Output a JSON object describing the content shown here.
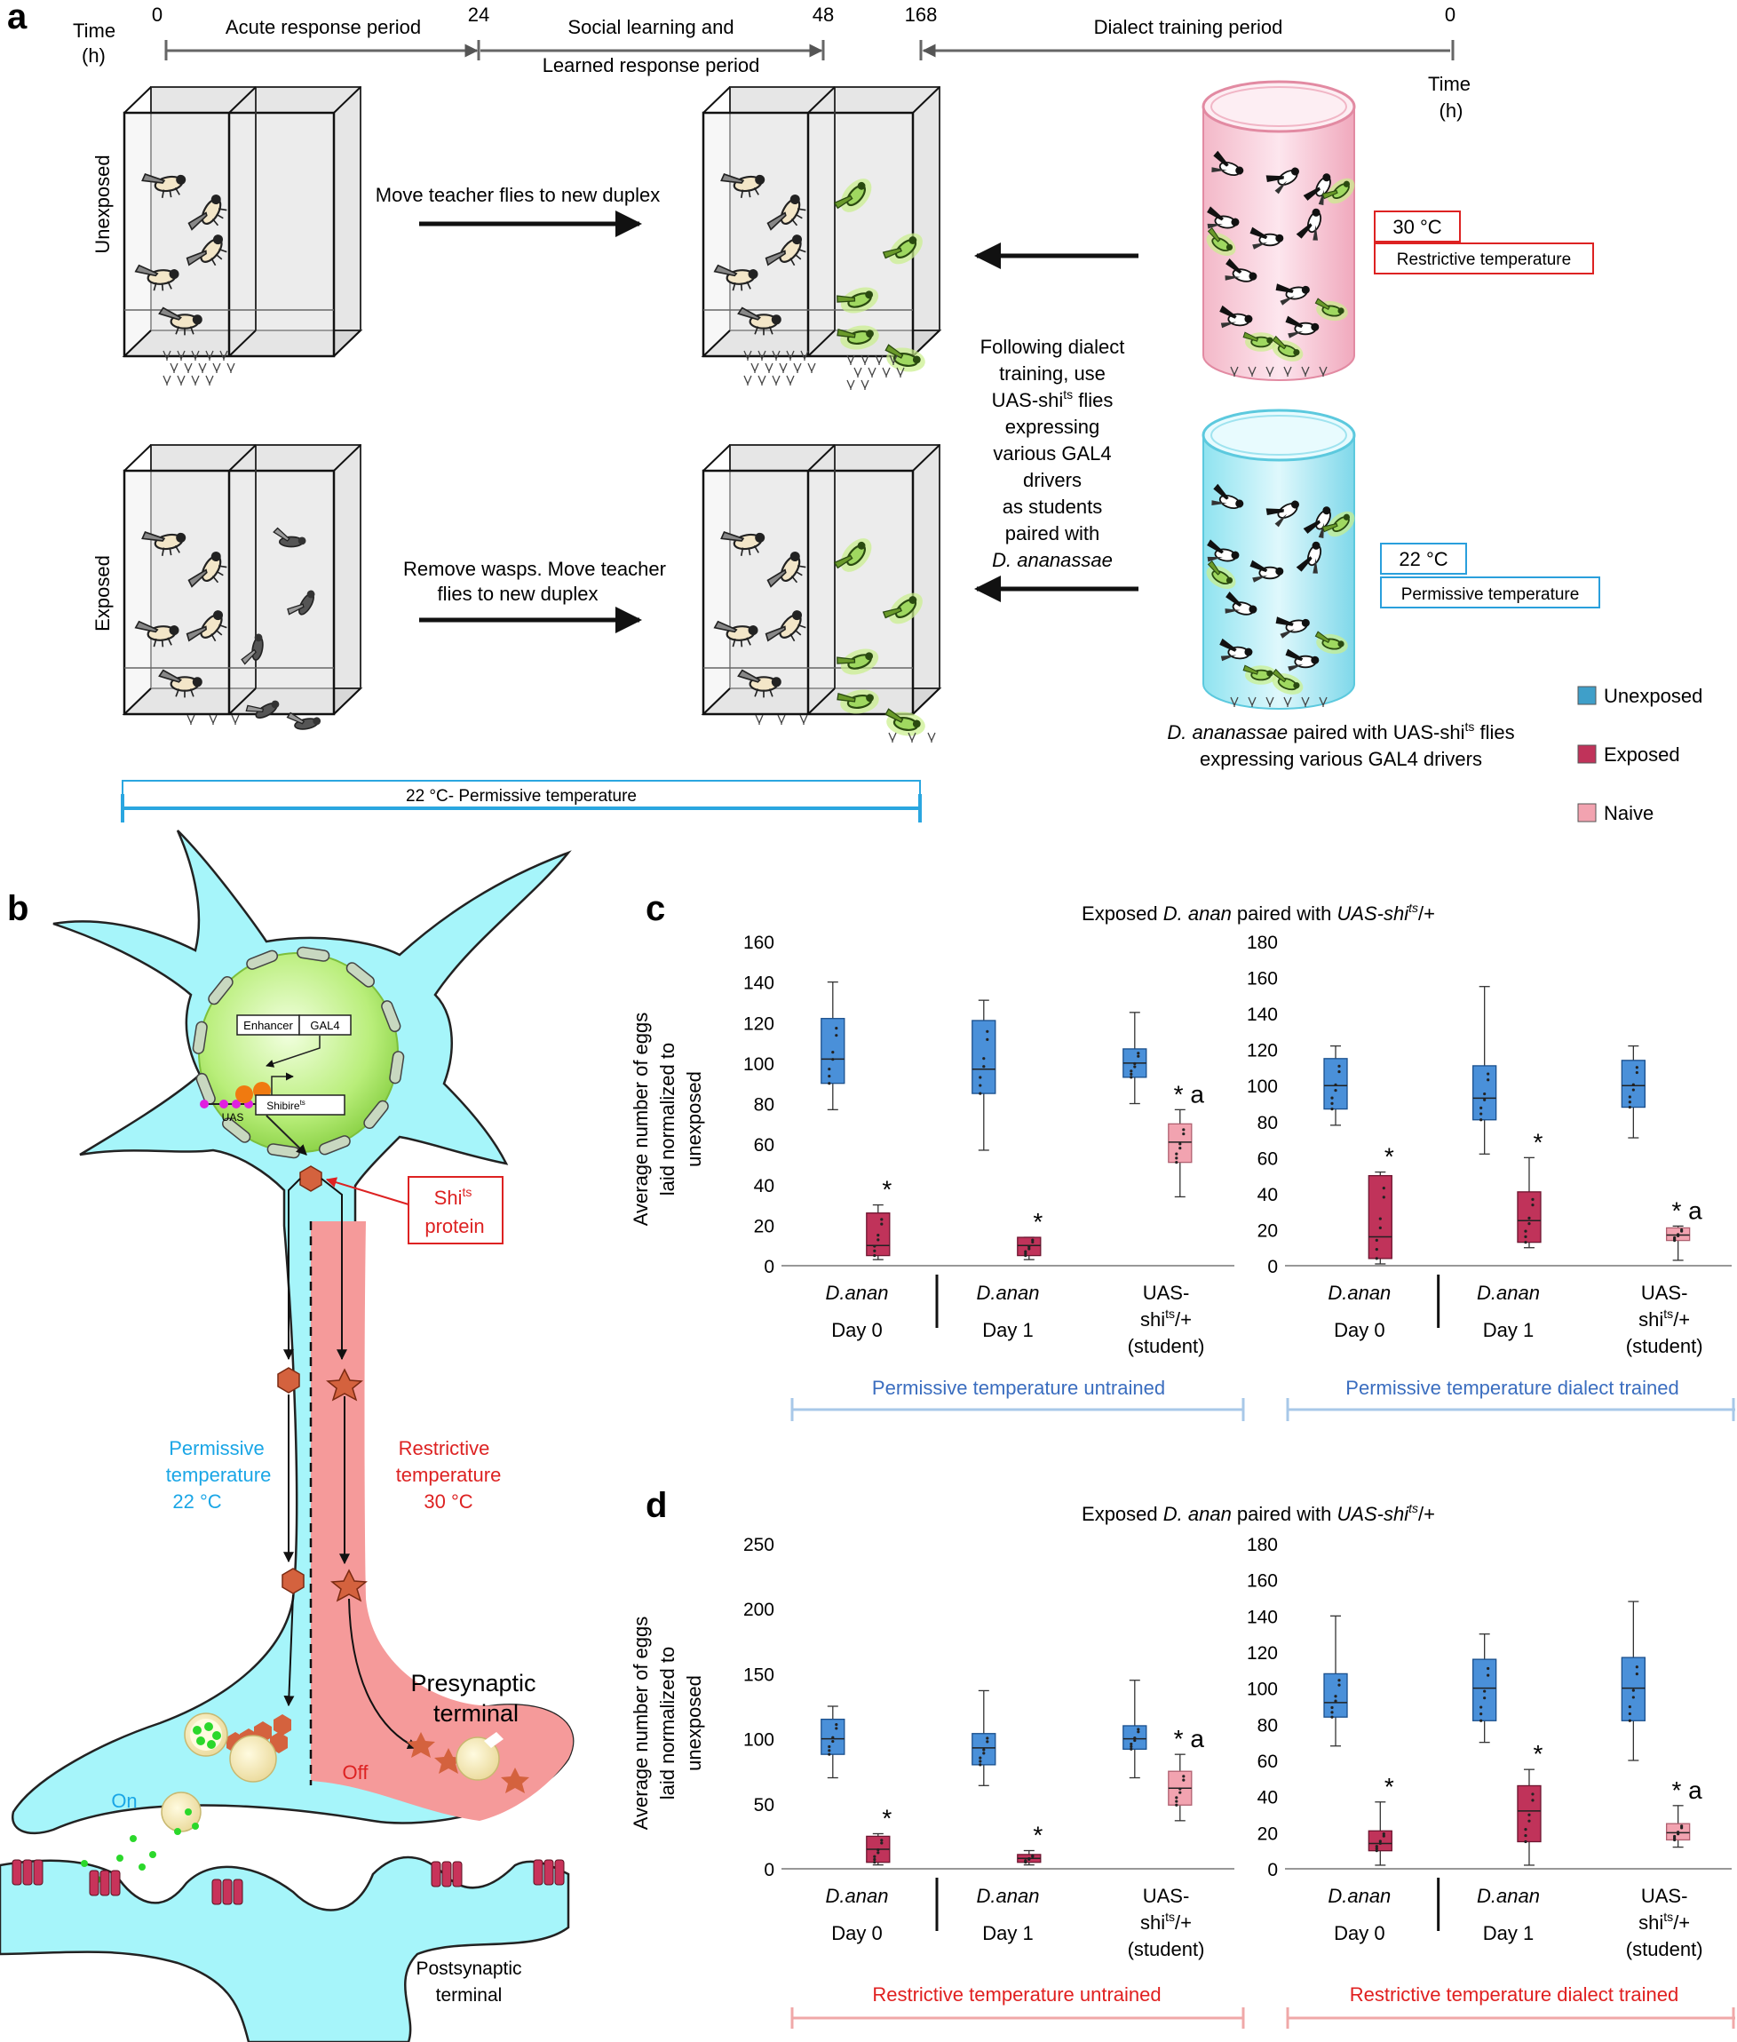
{
  "panel_a": {
    "letter": "a",
    "time_label": "Time",
    "time_unit": "(h)",
    "timeline": {
      "t0": "0",
      "t24": "24",
      "t48": "48",
      "t168": "168",
      "t_end": "0",
      "acute": "Acute response period",
      "social_1": "Social learning and",
      "social_2": "Learned response period",
      "dialect": "Dialect training period"
    },
    "row_unexposed": "Unexposed",
    "row_exposed": "Exposed",
    "arrow_unexposed": "Move teacher flies to new duplex",
    "arrow_exposed_1": "Remove wasps. Move teacher",
    "arrow_exposed_2": "flies to new duplex",
    "following": [
      "Following dialect",
      "training, use",
      "UAS-shi",
      "flies",
      "expressing",
      "various GAL4",
      "drivers",
      "as students",
      "paired with",
      "D. ananassae"
    ],
    "ts": "ts",
    "vial_red_temp": "30 °C",
    "vial_red_label": "Restrictive temperature",
    "vial_blue_temp": "22 °C",
    "vial_blue_label": "Permissive temperature",
    "caption_1a": "D. ananassae",
    "caption_1b": " paired with UAS-shi",
    "caption_1c": " flies",
    "caption_2": "expressing various GAL4 drivers",
    "bottom_bar": "22 °C- Permissive temperature"
  },
  "legend": [
    {
      "label": "Unexposed",
      "color": "#3f9fc9"
    },
    {
      "label": "Exposed",
      "color": "#c0335a"
    },
    {
      "label": "Naive",
      "color": "#f2a3b0"
    }
  ],
  "panel_b": {
    "letter": "b",
    "enhancer": "Enhancer",
    "gal4": "GAL4",
    "uas": "UAS",
    "shibire": "Shibire",
    "shibire_sup": "ts",
    "shi_protein_1": "Shi",
    "shi_protein_sup": "ts",
    "shi_protein_2": "protein",
    "permissive": [
      "Permissive",
      "temperature",
      "22 °C"
    ],
    "restrictive": [
      "Restrictive",
      "temperature",
      "30 °C"
    ],
    "presynaptic": [
      "Presynaptic",
      "terminal"
    ],
    "on": "On",
    "off": "Off",
    "postsynaptic": [
      "Postsynaptic",
      "terminal"
    ]
  },
  "panel_c": {
    "letter": "c",
    "title_a": "Exposed ",
    "title_b": "D. anan",
    "title_c": " paired with ",
    "title_d": "UAS-shi",
    "title_sup": "ts",
    "title_e": "/+",
    "ylabel": [
      "Average number of eggs",
      "laid normalized to",
      "unexposed"
    ],
    "bracket_left": "Permissive temperature untrained",
    "bracket_right": "Permissive temperature  dialect trained"
  },
  "panel_d": {
    "letter": "d",
    "title_a": "Exposed ",
    "title_b": "D. anan",
    "title_c": " paired with ",
    "title_d": "UAS-shi",
    "title_sup": "ts",
    "title_e": "/+",
    "ylabel": [
      "Average number of eggs",
      "laid normalized to",
      "unexposed"
    ],
    "bracket_left": "Restrictive temperature untrained",
    "bracket_right": "Restrictive temperature dialect trained"
  },
  "group_labels": {
    "danan": "D.anan",
    "day0": "Day 0",
    "day1": "Day 1",
    "uas_1": "UAS-",
    "uas_2a": "shi",
    "uas_sup": "ts",
    "uas_2b": "/+",
    "uas_3": "(student)"
  },
  "chart_data": [
    {
      "id": "c-left",
      "type": "box",
      "ylim": [
        0,
        160
      ],
      "yticks": [
        0,
        20,
        40,
        60,
        80,
        100,
        120,
        140,
        160
      ],
      "groups": [
        {
          "group": "D.anan Day 0",
          "boxes": [
            {
              "series": "Unexposed",
              "min": 77,
              "q1": 90,
              "median": 102,
              "q3": 122,
              "max": 140
            },
            {
              "series": "Exposed",
              "min": 3,
              "q1": 5,
              "median": 10,
              "q3": 26,
              "max": 30,
              "sig": "*"
            }
          ]
        },
        {
          "group": "D.anan Day 1",
          "boxes": [
            {
              "series": "Unexposed",
              "min": 57,
              "q1": 85,
              "median": 97,
              "q3": 121,
              "max": 131
            },
            {
              "series": "Exposed",
              "min": 3,
              "q1": 5,
              "median": 10,
              "q3": 14,
              "max": 14,
              "sig": "*"
            }
          ]
        },
        {
          "group": "UAS-shits/+ (student)",
          "boxes": [
            {
              "series": "Unexposed",
              "min": 80,
              "q1": 93,
              "median": 100,
              "q3": 107,
              "max": 125
            },
            {
              "series": "Naive",
              "min": 34,
              "q1": 51,
              "median": 61,
              "q3": 70,
              "max": 77,
              "sig": "* a"
            }
          ]
        }
      ]
    },
    {
      "id": "c-right",
      "type": "box",
      "ylim": [
        0,
        180
      ],
      "yticks": [
        0,
        20,
        40,
        60,
        80,
        100,
        120,
        140,
        160,
        180
      ],
      "groups": [
        {
          "group": "D.anan Day 0",
          "boxes": [
            {
              "series": "Unexposed",
              "min": 78,
              "q1": 87,
              "median": 100,
              "q3": 115,
              "max": 122
            },
            {
              "series": "Exposed",
              "min": 1,
              "q1": 4,
              "median": 16,
              "q3": 50,
              "max": 52,
              "sig": "*"
            }
          ]
        },
        {
          "group": "D.anan Day 1",
          "boxes": [
            {
              "series": "Unexposed",
              "min": 62,
              "q1": 81,
              "median": 93,
              "q3": 111,
              "max": 155
            },
            {
              "series": "Exposed",
              "min": 10,
              "q1": 13,
              "median": 25,
              "q3": 41,
              "max": 60,
              "sig": "*"
            }
          ]
        },
        {
          "group": "UAS-shits/+ (student)",
          "boxes": [
            {
              "series": "Unexposed",
              "min": 71,
              "q1": 88,
              "median": 100,
              "q3": 114,
              "max": 122
            },
            {
              "series": "Naive",
              "min": 3,
              "q1": 14,
              "median": 17,
              "q3": 21,
              "max": 22,
              "sig": "* a"
            }
          ]
        }
      ]
    },
    {
      "id": "d-left",
      "type": "box",
      "ylim": [
        0,
        250
      ],
      "yticks": [
        0,
        50,
        100,
        150,
        200,
        250
      ],
      "groups": [
        {
          "group": "D.anan Day 0",
          "boxes": [
            {
              "series": "Unexposed",
              "min": 70,
              "q1": 88,
              "median": 100,
              "q3": 115,
              "max": 125
            },
            {
              "series": "Exposed",
              "min": 3,
              "q1": 5,
              "median": 15,
              "q3": 25,
              "max": 27,
              "sig": "*"
            }
          ]
        },
        {
          "group": "D.anan Day 1",
          "boxes": [
            {
              "series": "Unexposed",
              "min": 64,
              "q1": 80,
              "median": 93,
              "q3": 104,
              "max": 137
            },
            {
              "series": "Exposed",
              "min": 3,
              "q1": 5,
              "median": 8,
              "q3": 11,
              "max": 14,
              "sig": "*"
            }
          ]
        },
        {
          "group": "UAS-shits/+ (student)",
          "boxes": [
            {
              "series": "Unexposed",
              "min": 70,
              "q1": 92,
              "median": 100,
              "q3": 110,
              "max": 145
            },
            {
              "series": "Naive",
              "min": 37,
              "q1": 49,
              "median": 62,
              "q3": 75,
              "max": 88,
              "sig": "* a"
            }
          ]
        }
      ]
    },
    {
      "id": "d-right",
      "type": "box",
      "ylim": [
        0,
        180
      ],
      "yticks": [
        0,
        20,
        40,
        60,
        80,
        100,
        120,
        140,
        160,
        180
      ],
      "groups": [
        {
          "group": "D.anan Day 0",
          "boxes": [
            {
              "series": "Unexposed",
              "min": 68,
              "q1": 84,
              "median": 92,
              "q3": 108,
              "max": 140
            },
            {
              "series": "Exposed",
              "min": 2,
              "q1": 10,
              "median": 14,
              "q3": 21,
              "max": 37,
              "sig": "*"
            }
          ]
        },
        {
          "group": "D.anan Day 1",
          "boxes": [
            {
              "series": "Unexposed",
              "min": 70,
              "q1": 82,
              "median": 100,
              "q3": 116,
              "max": 130
            },
            {
              "series": "Exposed",
              "min": 2,
              "q1": 15,
              "median": 32,
              "q3": 46,
              "max": 55,
              "sig": "*"
            }
          ]
        },
        {
          "group": "UAS-shits/+ (student)",
          "boxes": [
            {
              "series": "Unexposed",
              "min": 60,
              "q1": 82,
              "median": 100,
              "q3": 117,
              "max": 148
            },
            {
              "series": "Naive",
              "min": 12,
              "q1": 16,
              "median": 20,
              "q3": 25,
              "max": 35,
              "sig": "* a"
            }
          ]
        }
      ]
    }
  ]
}
